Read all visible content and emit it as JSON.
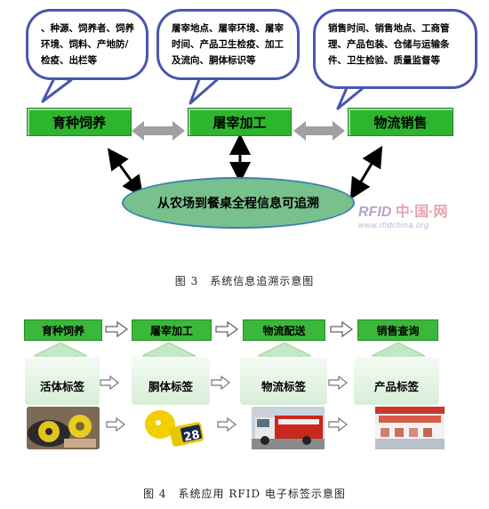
{
  "figure3": {
    "bubbles": [
      {
        "text": "、种源、饲养者、饲养环境、饲料、产地防/检疫、出栏等"
      },
      {
        "text": "屠宰地点、屠宰环境、屠宰时间、产品卫生检疫、加工及流向、胴体标识等"
      },
      {
        "text": "销售时间、销售地点、工商管理、产品包装、仓储与运输条件、卫生检验、质量监督等"
      }
    ],
    "stages": [
      {
        "label": "育种饲养"
      },
      {
        "label": "屠宰加工"
      },
      {
        "label": "物流销售"
      }
    ],
    "center": "从农场到餐桌全程信息可追溯",
    "logo": {
      "brand": "RFID",
      "cn": "中·国·网",
      "url": "www.rfidchina.org"
    },
    "caption": "图 3　系统信息追溯示意图"
  },
  "figure4": {
    "stages": [
      {
        "label": "育种饲养"
      },
      {
        "label": "屠宰加工"
      },
      {
        "label": "物流配送"
      },
      {
        "label": "销售查询"
      }
    ],
    "tags": [
      {
        "label": "活体标签"
      },
      {
        "label": "胴体标签"
      },
      {
        "label": "物流标签"
      },
      {
        "label": "产品标签"
      }
    ],
    "ear_tag_number": "28",
    "caption": "图 4　系统应用 RFID 电子标签示意图"
  },
  "colors": {
    "stage_green": "#2db52d",
    "bubble_border": "#4a56b0",
    "ellipse_fill": "#78c08c",
    "arrow_gray": "#999999"
  }
}
